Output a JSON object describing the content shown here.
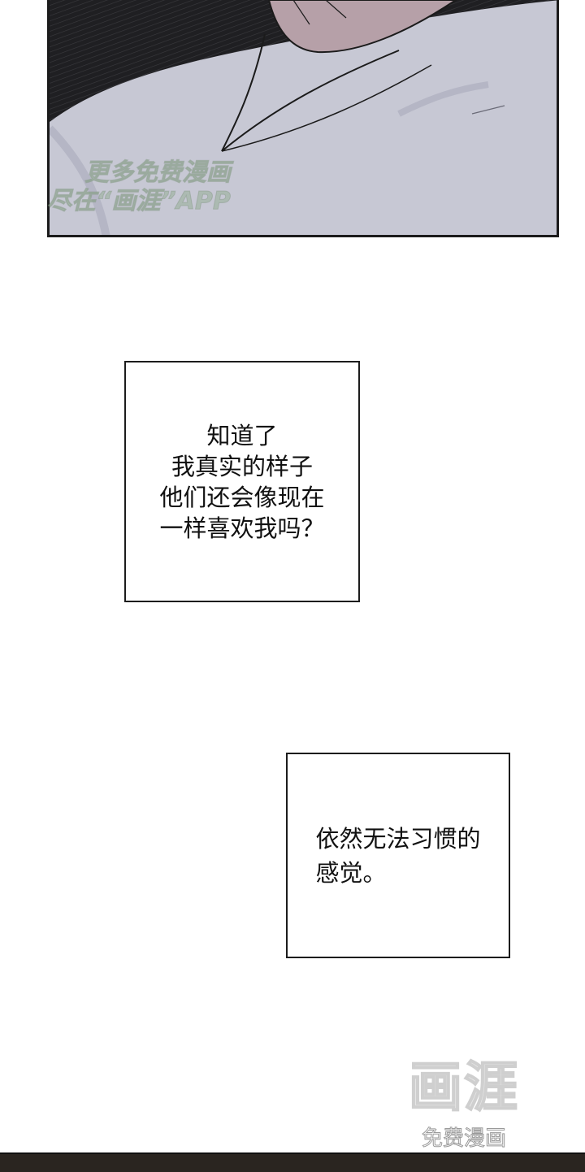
{
  "top_panel": {
    "watermark_line1": "更多免费漫画",
    "watermark_line2": "尽在“画涯”APP"
  },
  "bubbles": [
    {
      "text": "知道了\n我真实的样子\n他们还会像现在\n一样喜欢我吗？"
    },
    {
      "text": "依然无法习惯的\n感觉。"
    }
  ],
  "bottom_watermark": {
    "logo": "画涯",
    "sub": "免费漫画"
  },
  "colors": {
    "shirt": "#c7c8d4",
    "skin": "#b6a0a8",
    "dark_hatching": "#1f1f22",
    "border": "#1b1b1b"
  }
}
